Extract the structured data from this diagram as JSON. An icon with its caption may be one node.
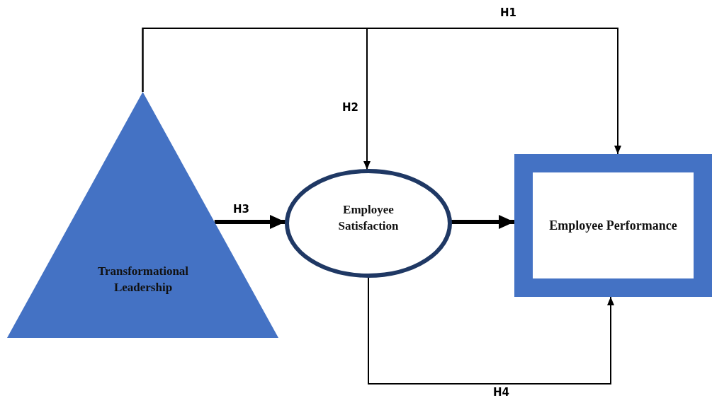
{
  "diagram": {
    "nodes": [
      {
        "text": [
          "Transformational Leadership"
        ]
      },
      {
        "text": [
          "Employee Satisfaction"
        ]
      },
      {
        "text": [
          "Employee Performance"
        ]
      }
    ],
    "edges": [
      {
        "from": 0,
        "to": 2,
        "arrow": "to",
        "label": "H1"
      },
      {
        "from": 0,
        "to": 1,
        "arrow": "to",
        "label": "H2"
      },
      {
        "from": 0,
        "to": 1,
        "arrow": "to",
        "label": "H3",
        "style": "thick"
      },
      {
        "from": 1,
        "to": 2,
        "arrow": "to",
        "style": "thick"
      },
      {
        "from": 1,
        "to": 2,
        "arrow": "to",
        "label": "H4"
      }
    ]
  }
}
